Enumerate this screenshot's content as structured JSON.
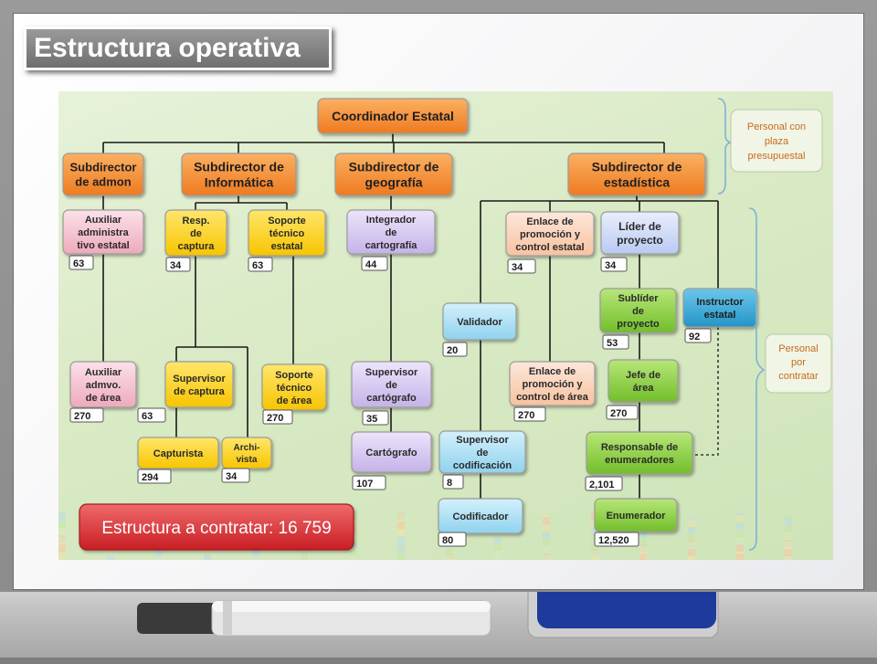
{
  "slide": {
    "title": "Estructura operativa"
  },
  "colors": {
    "orange": "#f58a2f",
    "pink": "#f2bccb",
    "yellow": "#ffd21a",
    "lavender": "#d4c6ee",
    "peach": "#fbd5bd",
    "lightblue": "#a3dcf1",
    "periwinkle": "#c9d6f7",
    "green": "#8fd24a",
    "teal": "#3ba9d6",
    "red": "#e0353a"
  },
  "nodes": [
    {
      "id": "coordinador",
      "name": "coordinador-estatal-node",
      "lines": [
        "Coordinador Estatal"
      ],
      "color": "orange",
      "size": 14
    },
    {
      "id": "sub-admon",
      "name": "subdirector-admon-node",
      "lines": [
        "Subdirector",
        "de admon"
      ],
      "color": "orange",
      "size": 13
    },
    {
      "id": "sub-inf",
      "name": "subdirector-informatica-node",
      "lines": [
        "Subdirector de",
        "Informática"
      ],
      "color": "orange",
      "size": 14
    },
    {
      "id": "sub-geo",
      "name": "subdirector-geografia-node",
      "lines": [
        "Subdirector de",
        "geografía"
      ],
      "color": "orange",
      "size": 14
    },
    {
      "id": "sub-est",
      "name": "subdirector-estadistica-node",
      "lines": [
        "Subdirector de",
        "estadística"
      ],
      "color": "orange",
      "size": 14
    },
    {
      "id": "aux-adm",
      "name": "auxiliar-administrativo-estatal-node",
      "lines": [
        "Auxiliar",
        "administra",
        "tivo estatal"
      ],
      "color": "pink",
      "size": 11
    },
    {
      "id": "resp-cap",
      "name": "responsable-captura-node",
      "lines": [
        "Resp.",
        "de",
        "captura"
      ],
      "color": "yellow",
      "size": 11
    },
    {
      "id": "sop-est",
      "name": "soporte-tecnico-estatal-node",
      "lines": [
        "Soporte",
        "técnico",
        "estatal"
      ],
      "color": "yellow",
      "size": 11
    },
    {
      "id": "integ",
      "name": "integrador-cartografia-node",
      "lines": [
        "Integrador",
        "de",
        "cartografía"
      ],
      "color": "lavender",
      "size": 11
    },
    {
      "id": "enl-est",
      "name": "enlace-promocion-estatal-node",
      "lines": [
        "Enlace de",
        "promoción y",
        "control estatal"
      ],
      "color": "peach",
      "size": 11
    },
    {
      "id": "lider",
      "name": "lider-proyecto-node",
      "lines": [
        "Líder de",
        "proyecto"
      ],
      "color": "periwinkle",
      "size": 12
    },
    {
      "id": "validador",
      "name": "validador-node",
      "lines": [
        "Validador"
      ],
      "color": "lightblue",
      "size": 11
    },
    {
      "id": "sublider",
      "name": "sublider-proyecto-node",
      "lines": [
        "Sublíder",
        "de",
        "proyecto"
      ],
      "color": "green",
      "size": 11
    },
    {
      "id": "instructor",
      "name": "instructor-estatal-node",
      "lines": [
        "Instructor",
        "estatal"
      ],
      "color": "teal",
      "size": 11
    },
    {
      "id": "aux-area",
      "name": "auxiliar-admvo-area-node",
      "lines": [
        "Auxiliar",
        "admvo.",
        "de área"
      ],
      "color": "pink",
      "size": 11
    },
    {
      "id": "sup-cap",
      "name": "supervisor-captura-node",
      "lines": [
        "Supervisor",
        "de captura"
      ],
      "color": "yellow",
      "size": 11
    },
    {
      "id": "sop-area",
      "name": "soporte-tecnico-area-node",
      "lines": [
        "Soporte",
        "técnico",
        "de área"
      ],
      "color": "yellow",
      "size": 11
    },
    {
      "id": "sup-cart",
      "name": "supervisor-cartografo-node",
      "lines": [
        "Supervisor",
        "de",
        "cartógrafo"
      ],
      "color": "lavender",
      "size": 11
    },
    {
      "id": "enl-area",
      "name": "enlace-promocion-area-node",
      "lines": [
        "Enlace de",
        "promoción  y",
        "control de área"
      ],
      "color": "peach",
      "size": 11
    },
    {
      "id": "jefe",
      "name": "jefe-area-node",
      "lines": [
        "Jefe de",
        "área"
      ],
      "color": "green",
      "size": 11
    },
    {
      "id": "capturista",
      "name": "capturista-node",
      "lines": [
        "Capturista"
      ],
      "color": "yellow",
      "size": 11
    },
    {
      "id": "archivista",
      "name": "archivista-node",
      "lines": [
        "Archi-",
        "vista"
      ],
      "color": "yellow",
      "size": 10
    },
    {
      "id": "cartografo",
      "name": "cartografo-node",
      "lines": [
        "Cartógrafo"
      ],
      "color": "lavender",
      "size": 11
    },
    {
      "id": "sup-cod",
      "name": "supervisor-codificacion-node",
      "lines": [
        "Supervisor",
        "de",
        "codificación"
      ],
      "color": "lightblue",
      "size": 11
    },
    {
      "id": "resp-enum",
      "name": "responsable-enumeradores-node",
      "lines": [
        "Responsable de",
        "enumeradores"
      ],
      "color": "green",
      "size": 11
    },
    {
      "id": "codificador",
      "name": "codificador-node",
      "lines": [
        "Codificador"
      ],
      "color": "lightblue",
      "size": 11
    },
    {
      "id": "enumerador",
      "name": "enumerador-node",
      "lines": [
        "Enumerador"
      ],
      "color": "green",
      "size": 11
    }
  ],
  "counts": [
    {
      "id": "c-aux-adm",
      "value": "63"
    },
    {
      "id": "c-resp-cap",
      "value": "34"
    },
    {
      "id": "c-sop-est",
      "value": "63"
    },
    {
      "id": "c-integ",
      "value": "44"
    },
    {
      "id": "c-enl-est",
      "value": "34"
    },
    {
      "id": "c-lider",
      "value": "34"
    },
    {
      "id": "c-validador",
      "value": "20"
    },
    {
      "id": "c-sublider",
      "value": "53"
    },
    {
      "id": "c-instructor",
      "value": "92"
    },
    {
      "id": "c-aux-area",
      "value": "270"
    },
    {
      "id": "c-sup-cap",
      "value": "63"
    },
    {
      "id": "c-sop-area",
      "value": "270"
    },
    {
      "id": "c-sup-cart",
      "value": "35"
    },
    {
      "id": "c-enl-area",
      "value": "270"
    },
    {
      "id": "c-jefe",
      "value": "270"
    },
    {
      "id": "c-capturista",
      "value": "294"
    },
    {
      "id": "c-archivista",
      "value": "34"
    },
    {
      "id": "c-cartografo",
      "value": "107"
    },
    {
      "id": "c-sup-cod",
      "value": "8"
    },
    {
      "id": "c-resp-enum",
      "value": "2,101"
    },
    {
      "id": "c-codificador",
      "value": "80"
    },
    {
      "id": "c-enumerador",
      "value": "12,520"
    }
  ],
  "side_labels": {
    "presupuestal": [
      "Personal con",
      "plaza",
      "presupuestal"
    ],
    "contratar": [
      "Personal",
      "por",
      "contratar"
    ]
  },
  "total": {
    "label": "Estructura a contratar: 16 759",
    "color": "red"
  }
}
